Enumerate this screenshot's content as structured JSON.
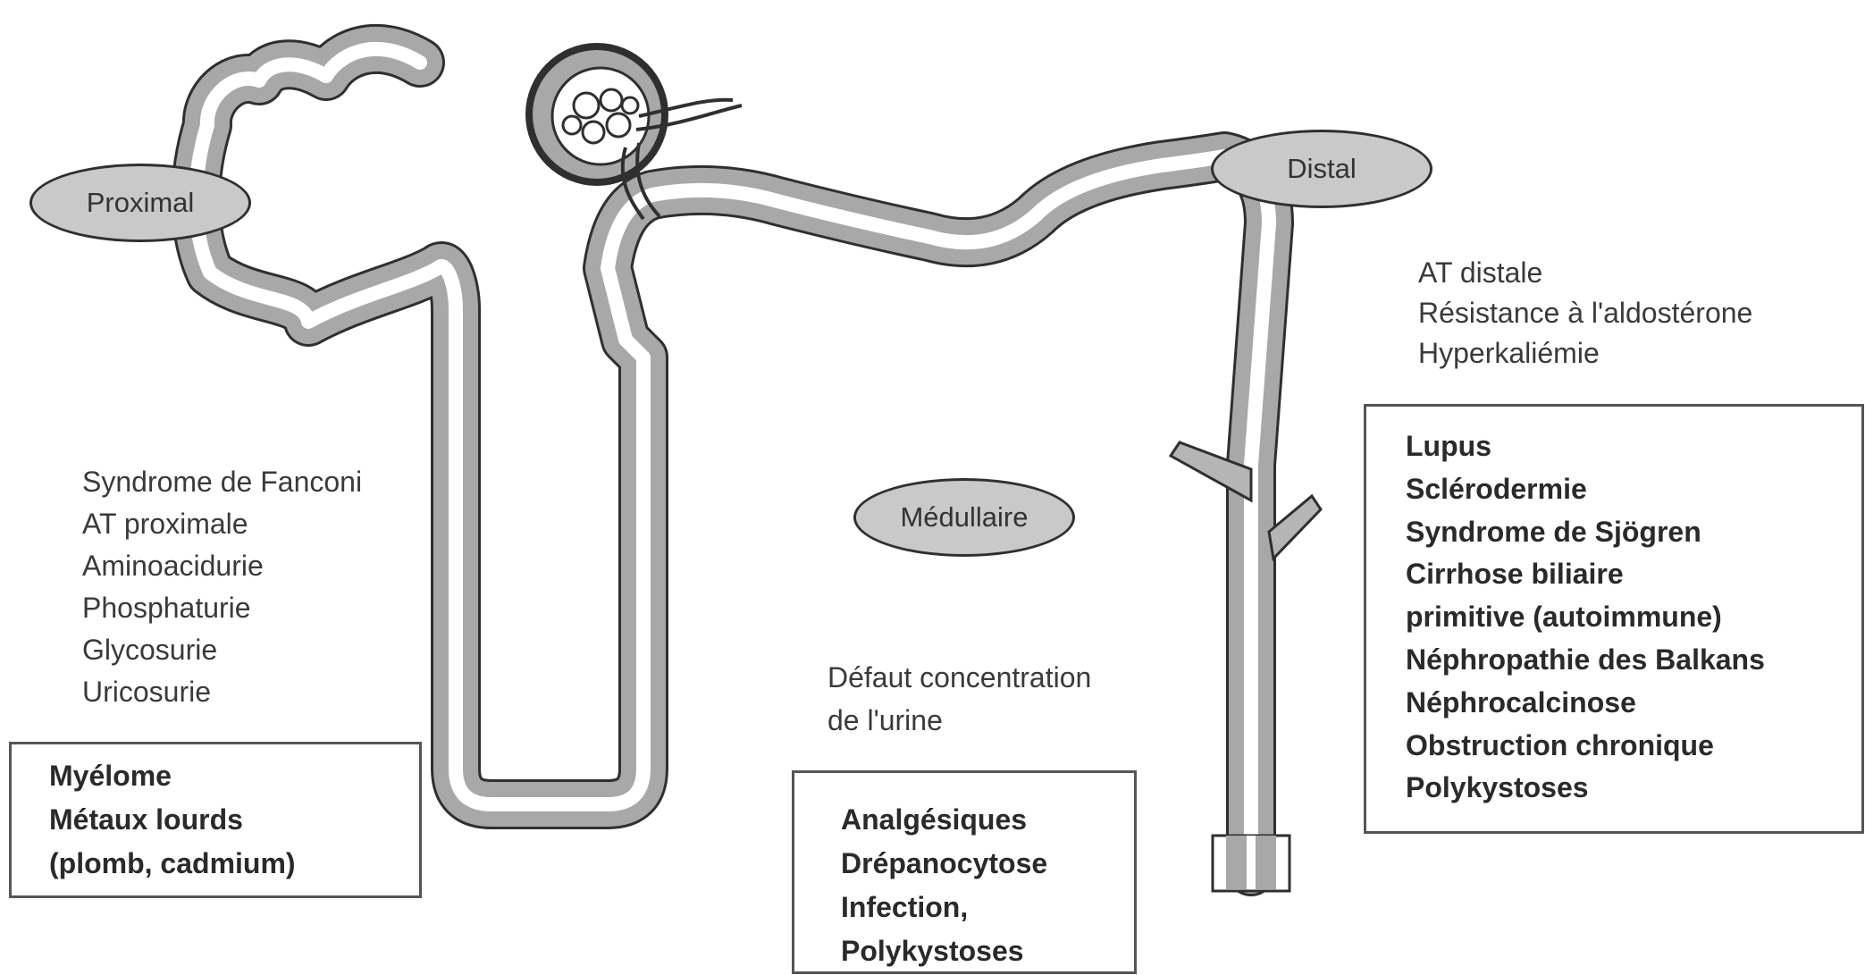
{
  "regions": {
    "proximal": "Proximal",
    "distal": "Distal",
    "medullaire": "Médullaire"
  },
  "proximal_causes": [
    "Syndrome de Fanconi",
    "AT proximale",
    "Aminoacidurie",
    "Phosphaturie",
    "Glycosurie",
    "Uricosurie"
  ],
  "proximal_box": [
    "Myélome",
    "Métaux lourds",
    "(plomb, cadmium)"
  ],
  "medullaire_text": [
    "Défaut concentration",
    "de l'urine"
  ],
  "medullaire_box": [
    "Analgésiques",
    "Drépanocytose",
    "Infection,",
    "Polykystoses"
  ],
  "distal_causes": [
    "AT distale",
    "Résistance à l'aldostérone",
    "Hyperkaliémie"
  ],
  "distal_box": [
    "Lupus",
    "Sclérodermie",
    "Syndrome de Sjögren",
    "Cirrhose biliaire",
    "primitive (autoimmune)",
    "Néphropathie des Balkans",
    "Néphrocalcinose",
    "Obstruction chronique",
    "Polykystoses"
  ]
}
